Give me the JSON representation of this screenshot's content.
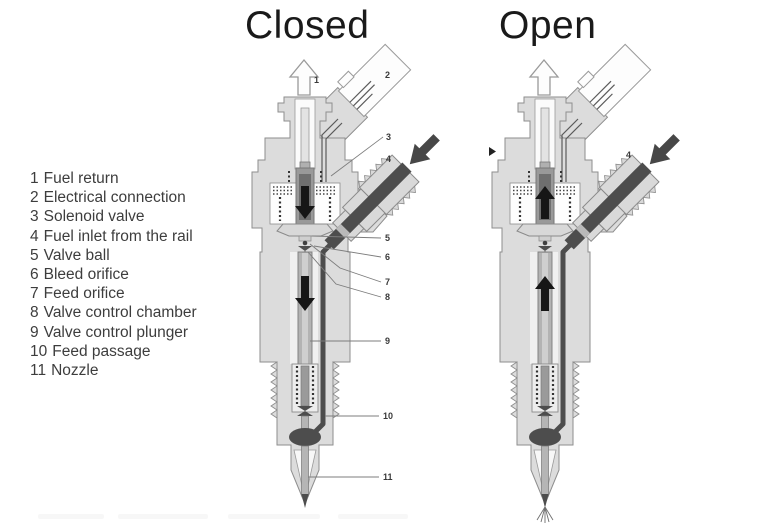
{
  "titles": {
    "closed": "Closed",
    "open": "Open"
  },
  "legend": {
    "items": [
      {
        "num": "1",
        "label": "Fuel return"
      },
      {
        "num": "2",
        "label": "Electrical connection"
      },
      {
        "num": "3",
        "label": "Solenoid valve"
      },
      {
        "num": "4",
        "label": "Fuel inlet from the rail"
      },
      {
        "num": "5",
        "label": "Valve ball"
      },
      {
        "num": "6",
        "label": "Bleed orifice"
      },
      {
        "num": "7",
        "label": "Feed orifice"
      },
      {
        "num": "8",
        "label": "Valve control chamber"
      },
      {
        "num": "9",
        "label": "Valve control plunger"
      },
      {
        "num": "10",
        "label": "Feed passage"
      },
      {
        "num": "11",
        "label": "Nozzle"
      }
    ]
  },
  "callouts": {
    "closed": {
      "c1": "1",
      "c2": "2",
      "c3": "3",
      "c4": "4",
      "c5": "5",
      "c6": "6",
      "c7": "7",
      "c8": "8",
      "c9": "9",
      "c10": "10",
      "c11": "11"
    },
    "open": {
      "c4": "4"
    }
  },
  "icons": {
    "fuel_return_arrow": "up-arrow-outline",
    "inlet_arrow": "down-left-filled-arrow",
    "closed_internal_flow": "down-arrow",
    "open_internal_flow": "up-arrow",
    "open_side_marker": "right-triangle"
  },
  "colors": {
    "body_fill": "#dcdcdc",
    "body_stroke": "#8e8e8e",
    "dark_part": "#4d4d4d",
    "plunger_outer": "#9a9a9a",
    "plunger_core": "#6f6f6f",
    "callout_text": "#3a3a3a",
    "title_text": "#1a1a1a",
    "legend_text": "#3d3d3d",
    "background": "#ffffff"
  }
}
